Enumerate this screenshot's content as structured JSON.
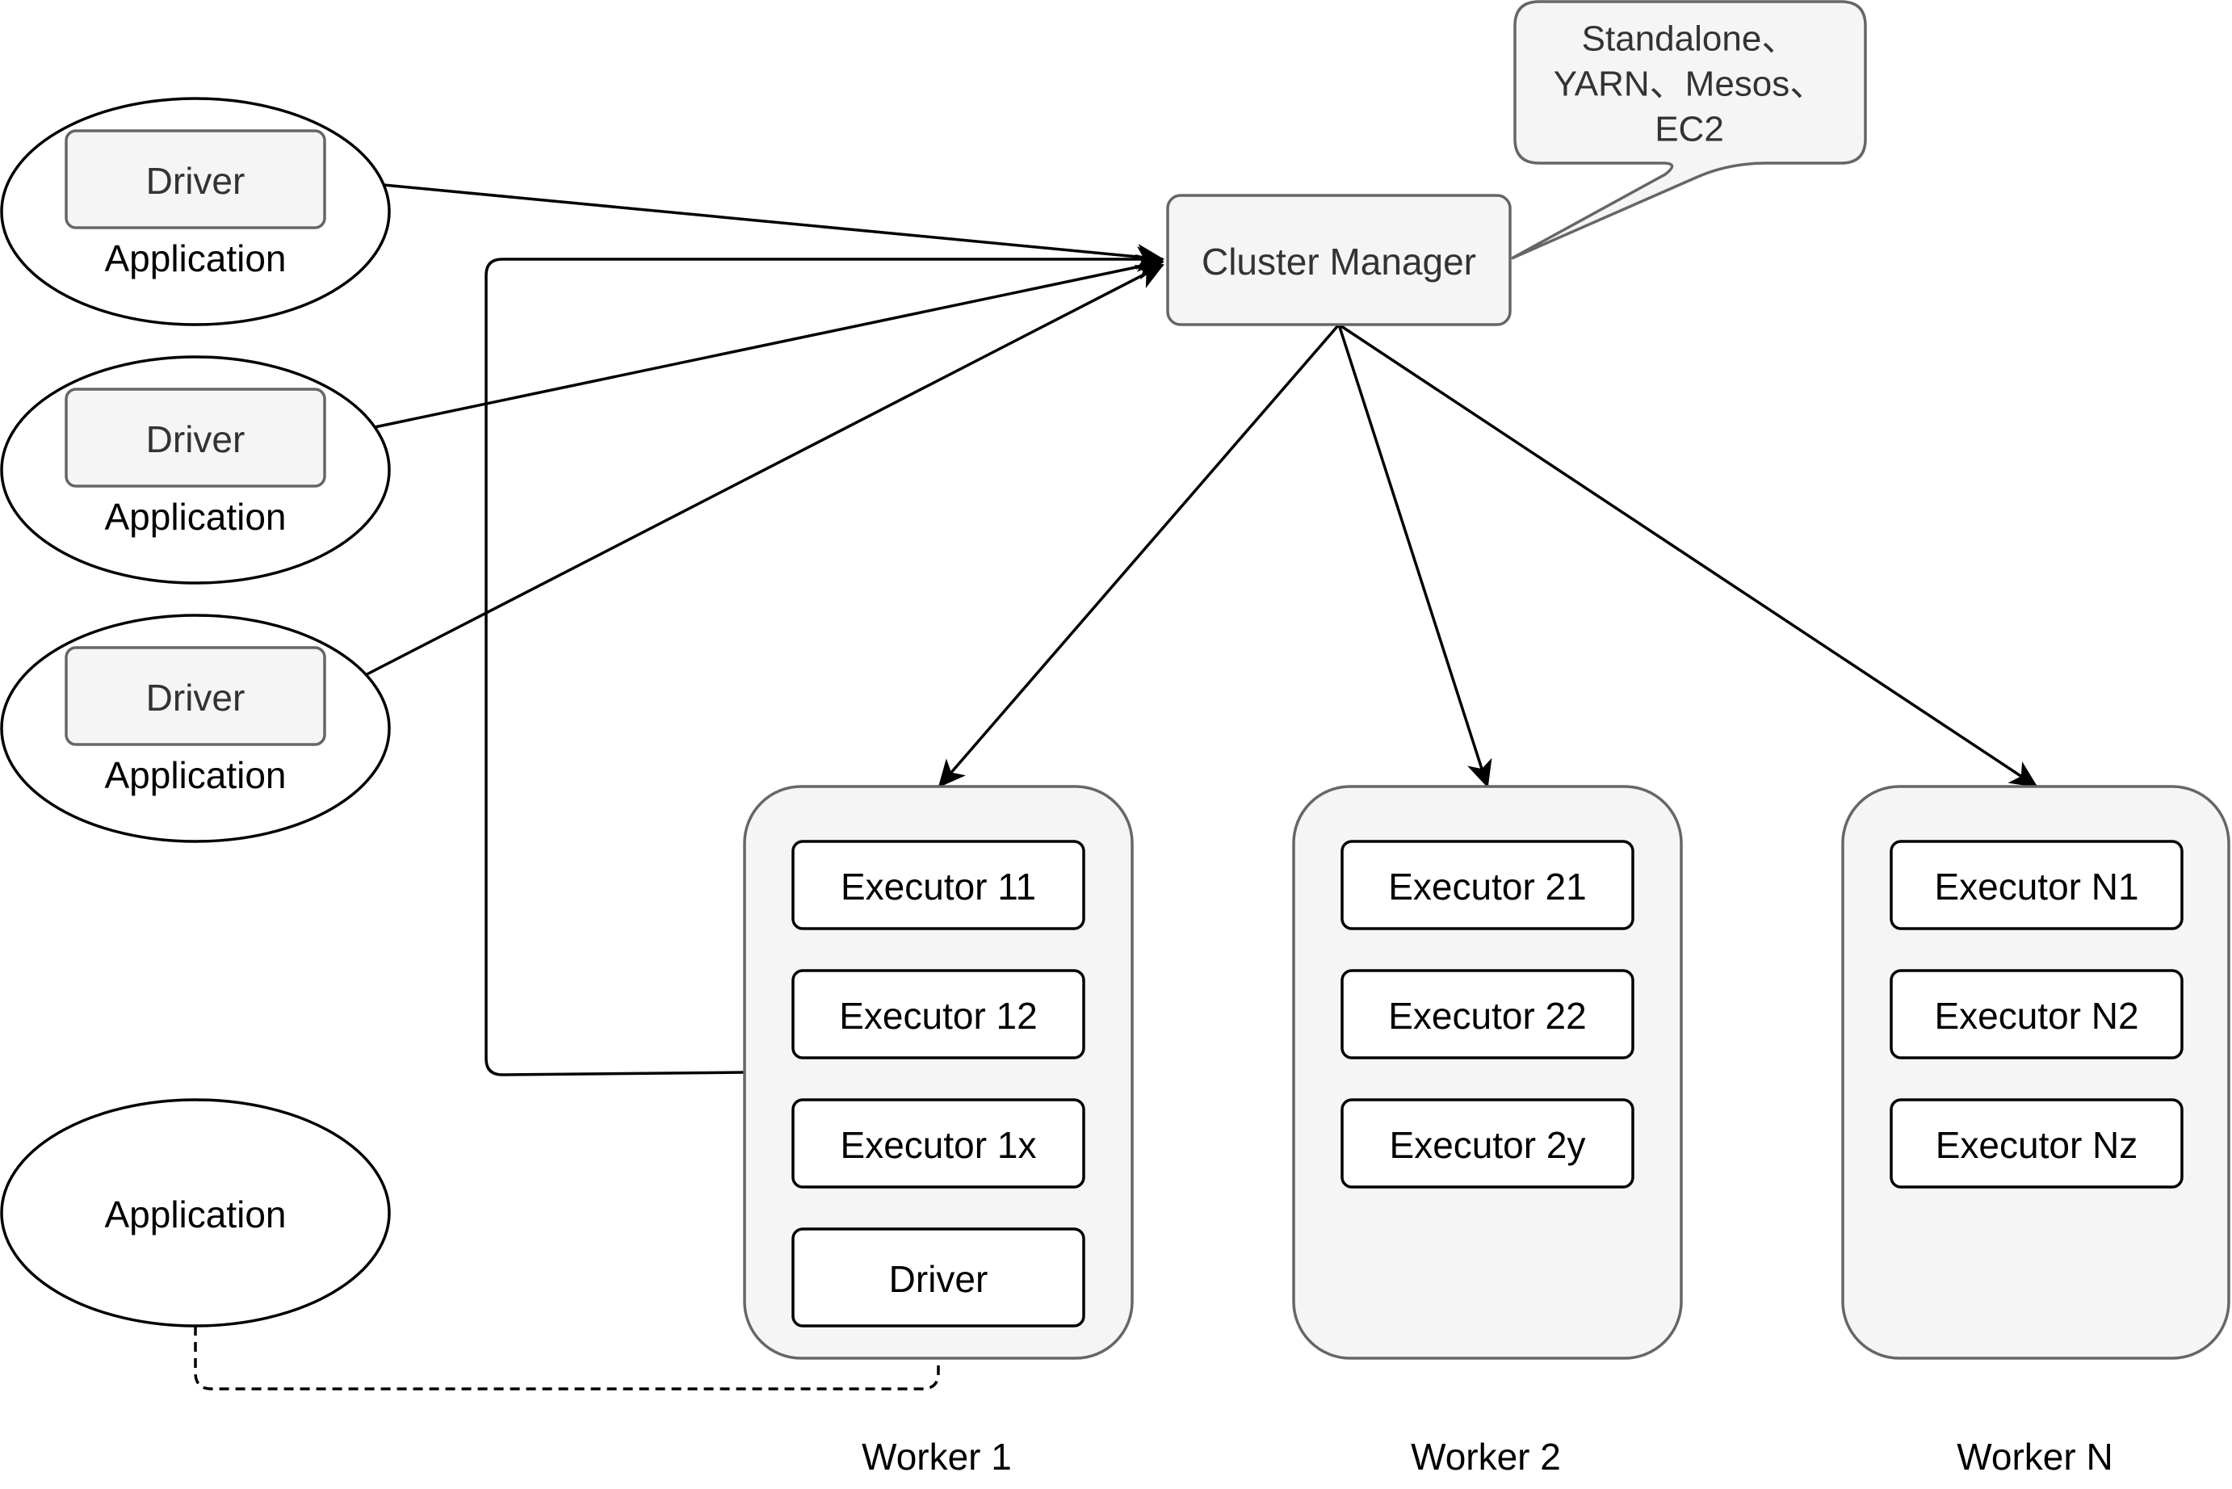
{
  "cluster_manager": {
    "label": "Cluster Manager",
    "note_lines": [
      "Standalone、",
      "YARN、Mesos、",
      "EC2"
    ]
  },
  "applications": [
    {
      "label": "Application",
      "driver_label": "Driver"
    },
    {
      "label": "Application",
      "driver_label": "Driver"
    },
    {
      "label": "Application",
      "driver_label": "Driver"
    },
    {
      "label": "Application"
    }
  ],
  "workers": [
    {
      "label": "Worker 1",
      "executors": [
        "Executor 11",
        "Executor 12",
        "Executor 1x"
      ],
      "driver_label": "Driver"
    },
    {
      "label": "Worker 2",
      "executors": [
        "Executor 21",
        "Executor 22",
        "Executor 2y"
      ]
    },
    {
      "label": "Worker N",
      "executors": [
        "Executor N1",
        "Executor N2",
        "Executor Nz"
      ]
    }
  ],
  "colors": {
    "stroke": "#000000",
    "box_fill": "#f5f5f5",
    "box_stroke": "#666666",
    "text_dark": "#333333"
  }
}
